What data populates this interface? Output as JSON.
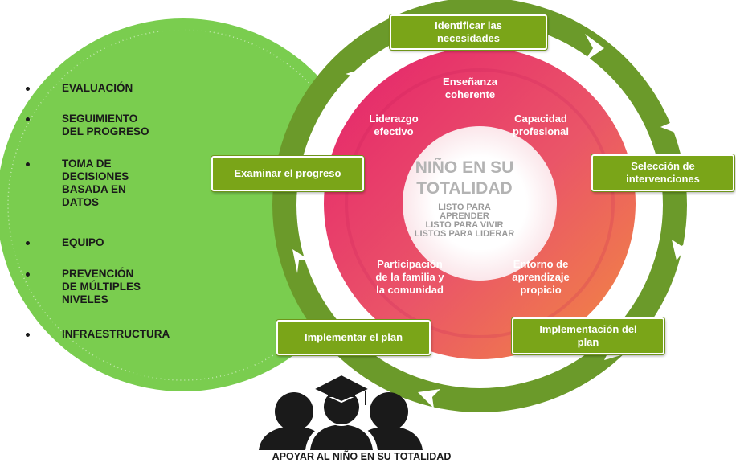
{
  "list_items": [
    "EVALUACIÓN",
    "SEGUIMIENTO\nDEL PROGRESO",
    "TOMA DE\nDECISIONES\nBASADA EN\nDATOS",
    "EQUIPO",
    "PREVENCIÓN\nDE MÚLTIPLES\nNIVELES",
    "INFRAESTRUCTURA"
  ],
  "cycle_steps": {
    "identificar": "Identificar las\nnecesidades",
    "seleccion": "Selección de\nintervenciones",
    "implementacion": "Implementación del\nplan",
    "implementar": "Implementar el plan",
    "examinar": "Examinar el progreso"
  },
  "circle_labels": {
    "ensenanza": "Enseñanza\ncoherente",
    "capacidad": "Capacidad\nprofesional",
    "liderazgo": "Liderazgo\nefectivo",
    "participacion": "Participación\nde la familia y\nla comunidad",
    "entorno": "Entorno de\naprendizaje\npropicio"
  },
  "center": {
    "title": "NIÑO EN SU\nTOTALIDAD",
    "subtitle": "LISTO PARA\nAPRENDER\nLISTO PARA VIVIR\nLISTOS PARA LIDERAR"
  },
  "bottom_title": "APOYAR AL NIÑO EN SU TOTALIDAD",
  "colors": {
    "green_circle": "#78cc4e",
    "ring_green": "#6b9a2a",
    "box_green": "#7aa518",
    "pink": "#e5306e",
    "orange": "#f07a44"
  },
  "icons": [
    "graduates-icon"
  ]
}
